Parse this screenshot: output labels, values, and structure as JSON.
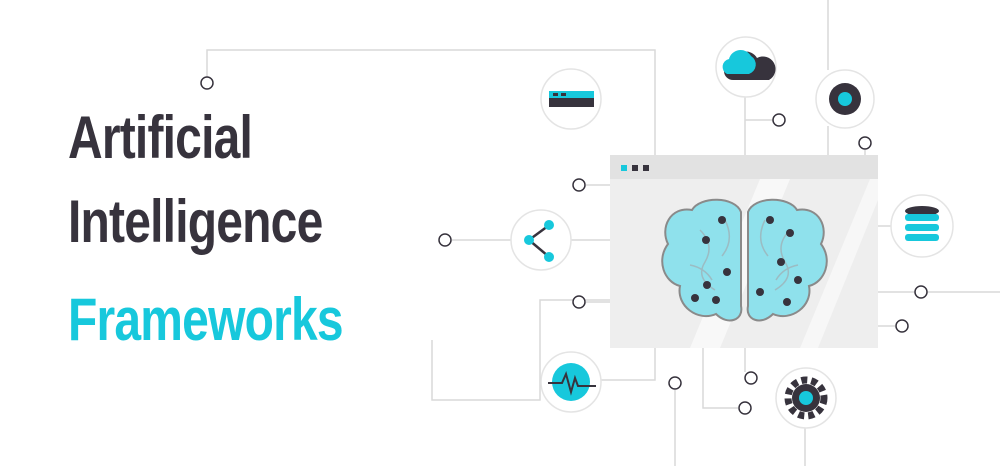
{
  "heading": {
    "line1": "Artificial",
    "line2": "Intelligence",
    "line3": "Frameworks"
  },
  "colors": {
    "dark": "#37333d",
    "accent": "#17c8dc",
    "line": "#d9d9d9",
    "window_bg": "#eeeeee",
    "brain_fill": "#8fe1ec"
  },
  "icons": [
    "keyboard-icon",
    "cloud-icon",
    "target-icon",
    "share-icon",
    "database-icon",
    "pulse-icon",
    "gear-icon",
    "brain-icon"
  ]
}
